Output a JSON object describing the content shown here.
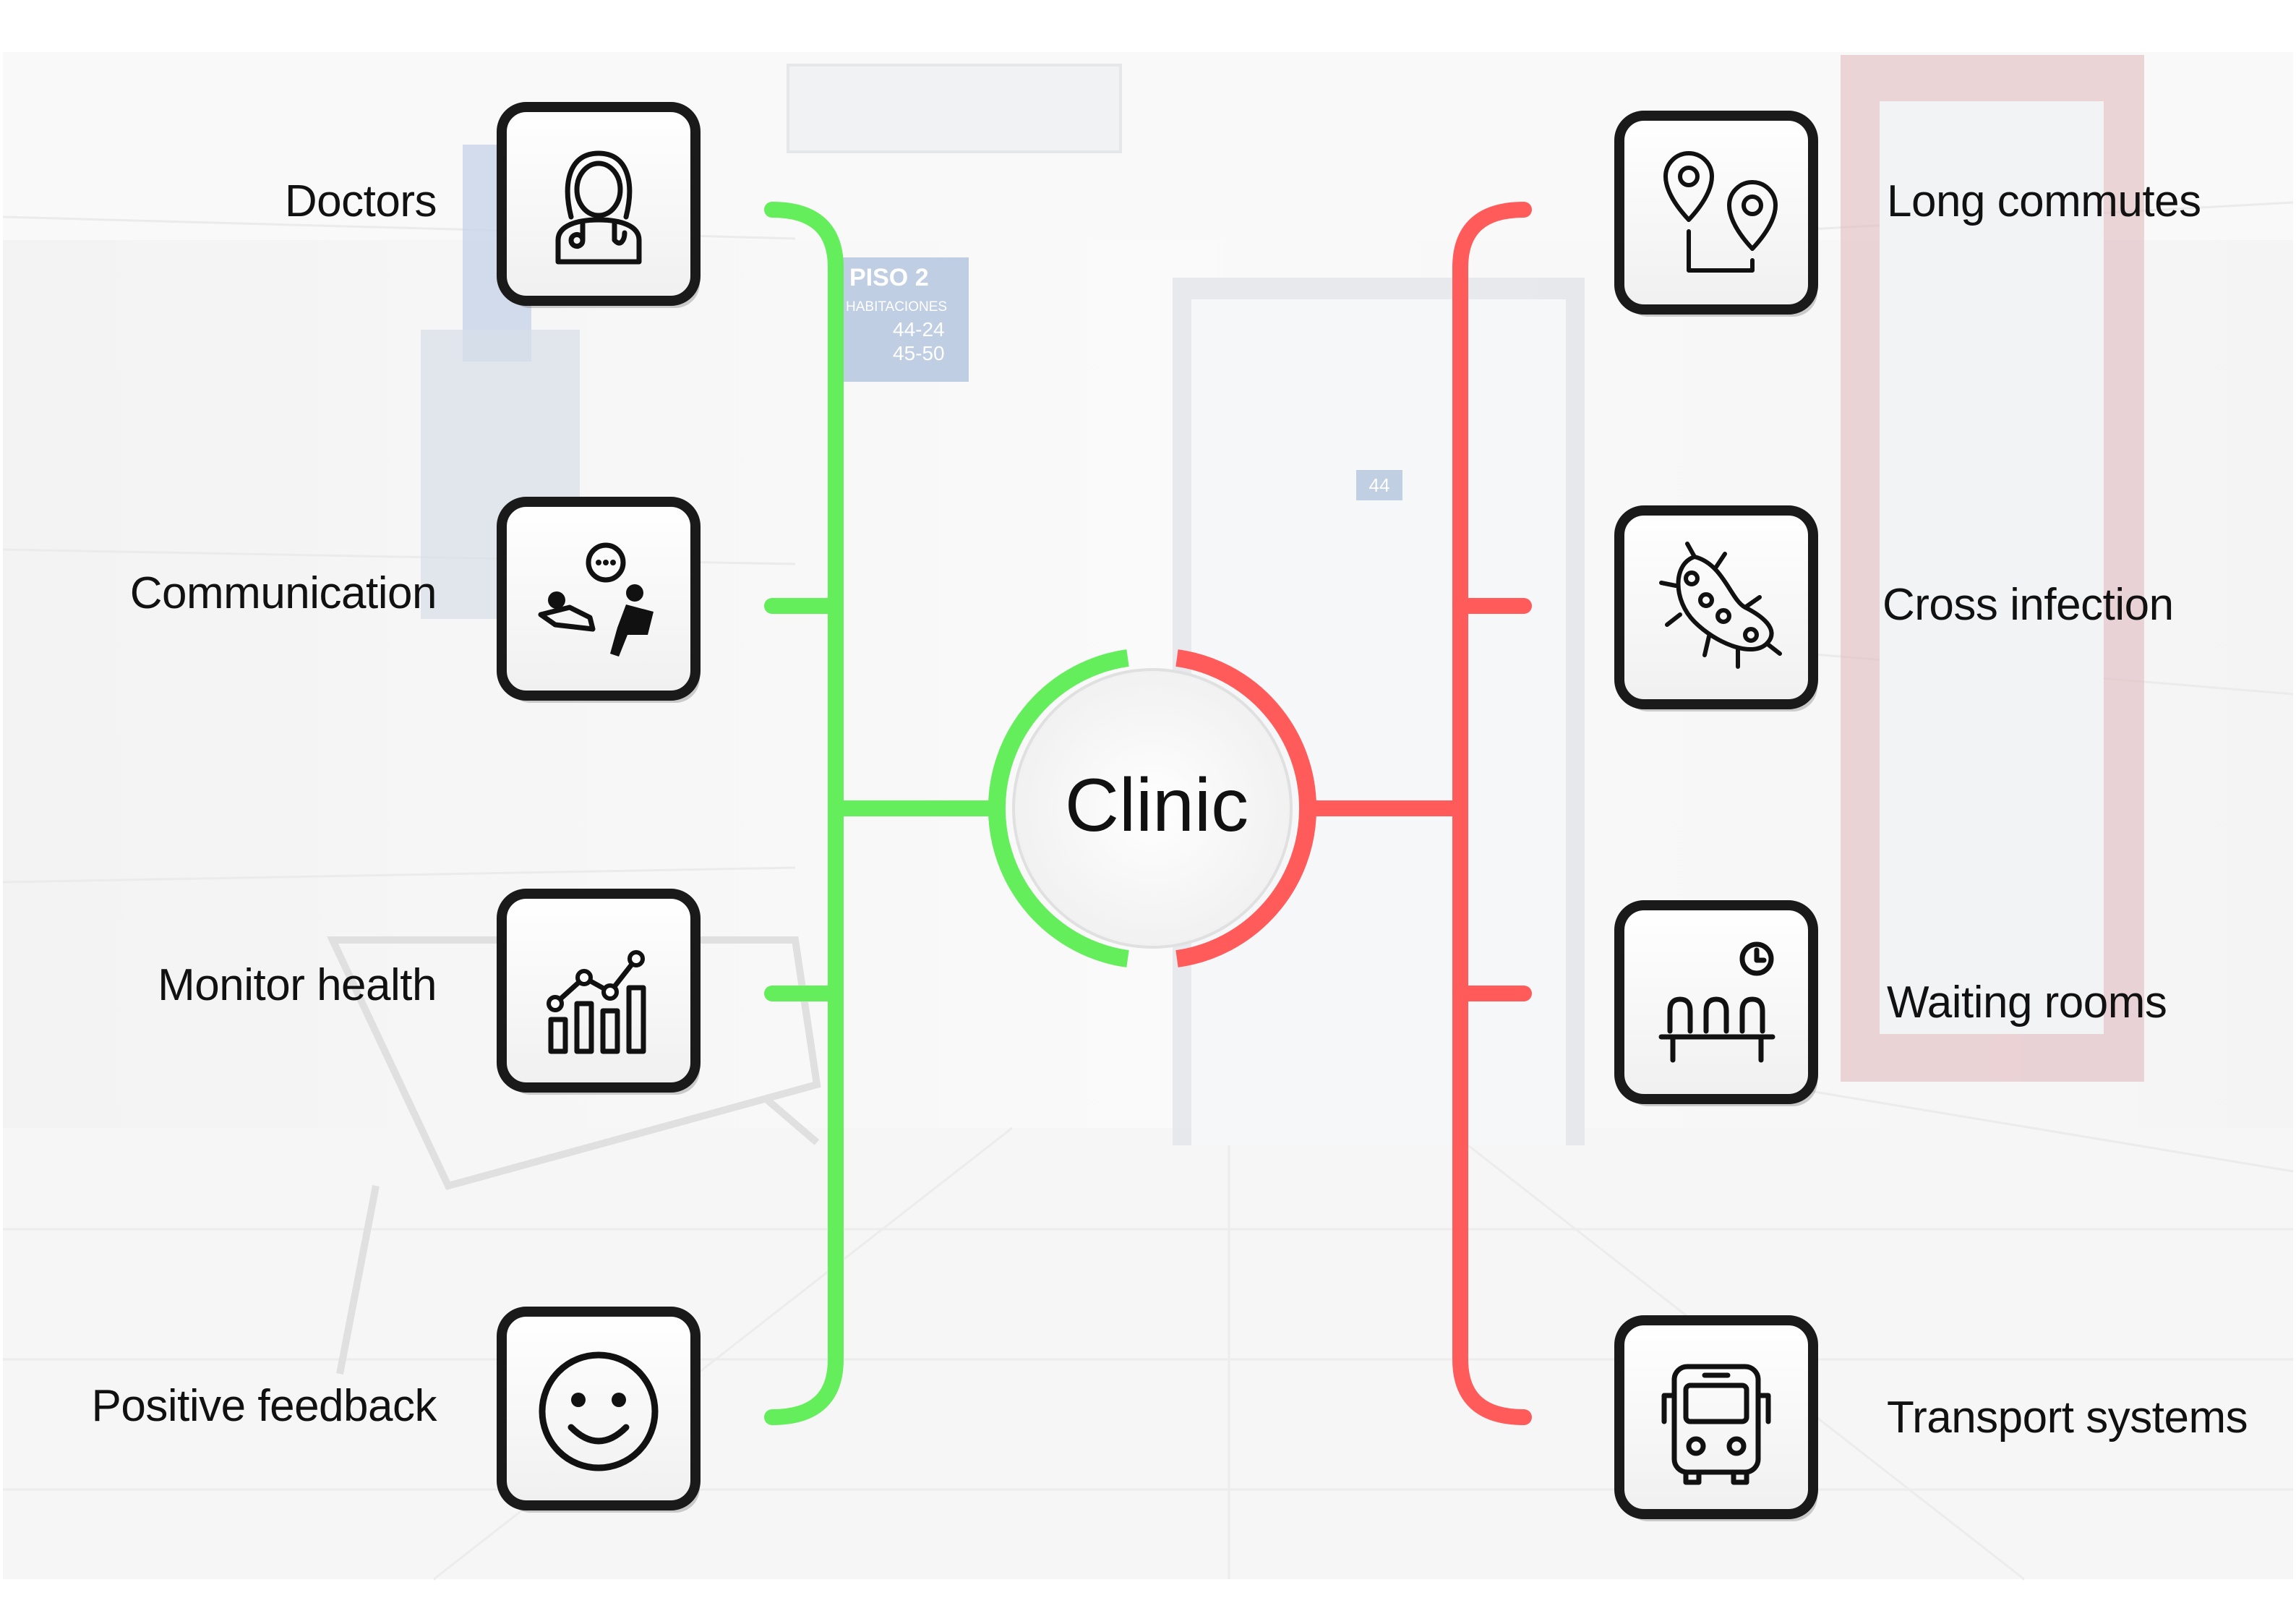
{
  "center": {
    "label": "Clinic"
  },
  "colors": {
    "positive": "#64ee5c",
    "negative": "#ff5b5b",
    "icon_stroke": "#111111",
    "tile_border": "#1a1a1a"
  },
  "positives": [
    {
      "label": "Doctors",
      "icon": "doctor-icon"
    },
    {
      "label": "Communication",
      "icon": "consultation-icon"
    },
    {
      "label": "Monitor health",
      "icon": "health-chart-icon"
    },
    {
      "label": "Positive feedback",
      "icon": "smiley-icon"
    }
  ],
  "negatives": [
    {
      "label": "Long commutes",
      "icon": "map-route-icon"
    },
    {
      "label": "Cross infection",
      "icon": "bacteria-icon"
    },
    {
      "label": "Waiting rooms",
      "icon": "waiting-room-icon"
    },
    {
      "label": "Transport systems",
      "icon": "bus-icon"
    }
  ],
  "background": {
    "sign_title": "PISO 2",
    "sign_subtitle": "HABITACIONES",
    "sign_row1": "44-24",
    "sign_row2": "45-50",
    "door_number": "44"
  }
}
